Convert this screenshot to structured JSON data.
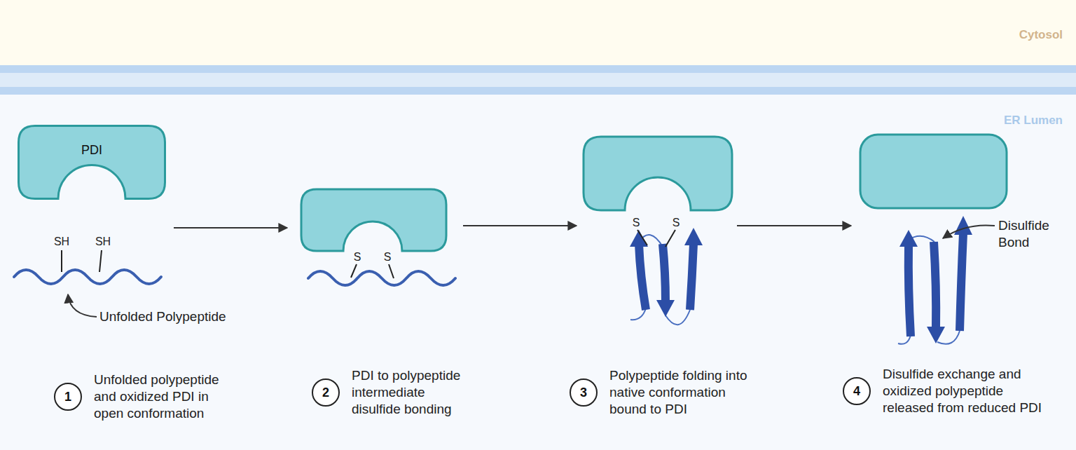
{
  "diagram": {
    "nodes": [
      {
        "text": [
          "Cytosol"
        ]
      },
      {
        "text": [
          "ER Lumen"
        ]
      },
      {
        "text": [
          "PDI"
        ],
        "in": 1
      },
      {
        "text": [
          "1",
          "Unfolded polypeptide and oxidized PDI in open conformation"
        ],
        "in": 1
      },
      {
        "text": [
          "2",
          "PDI to polypeptide intermediate disulfide bonding"
        ],
        "in": 1
      },
      {
        "text": [
          "3",
          "Polypeptide folding into native conformation bound to PDI"
        ],
        "in": 1
      },
      {
        "text": [
          "4",
          "Disulfide exchange and oxidized polypeptide released from reduced PDI"
        ],
        "in": 1
      }
    ],
    "labels": [
      "SH",
      "SH",
      "Unfolded Polypeptide",
      "S",
      "S",
      "S",
      "S",
      "Disulfide Bond"
    ]
  }
}
